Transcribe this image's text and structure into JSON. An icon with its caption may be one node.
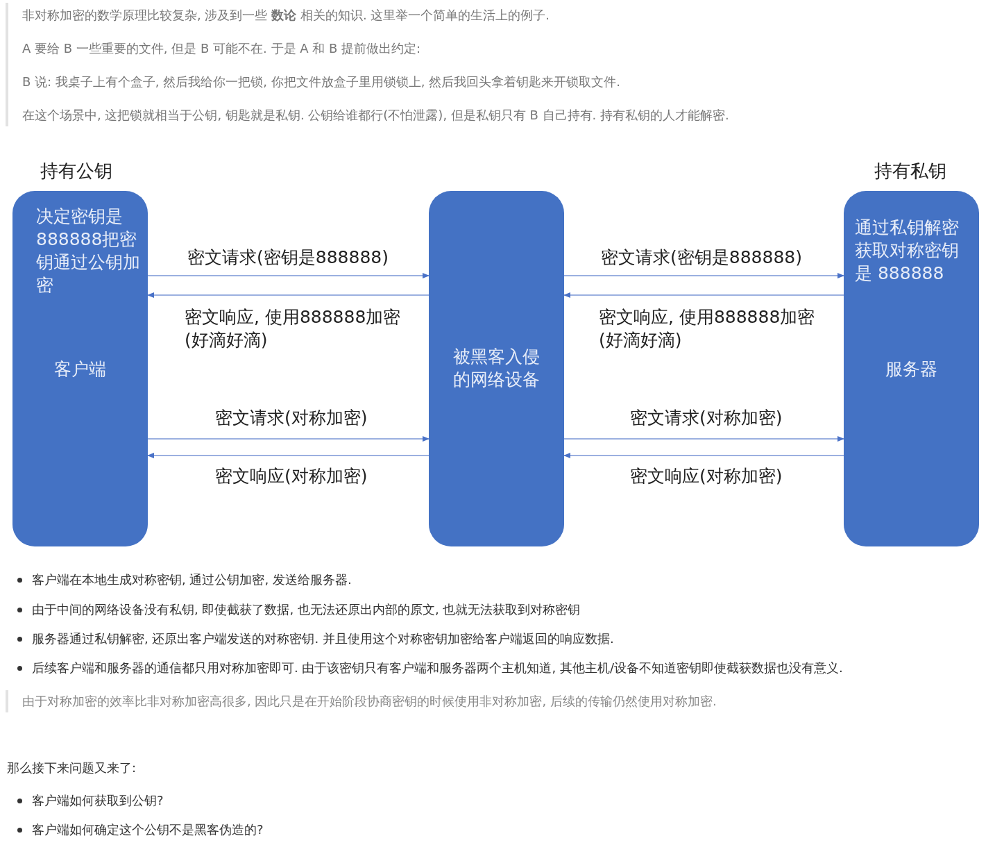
{
  "diagram": {
    "nodes": [
      {
        "text": [
          "持有公钥",
          "决定密钥是888888把密钥通过公钥加密",
          "客户端"
        ]
      },
      {
        "text": [
          "被黑客入侵的网络设备"
        ]
      },
      {
        "text": [
          "持有私钥",
          "通过私钥解密获取对称密钥是 888888",
          "服务器"
        ]
      }
    ],
    "edges": [
      {
        "from": 0,
        "to": 1,
        "arrow": "to",
        "label": "密文请求(密钥是888888)"
      },
      {
        "from": 1,
        "to": 0,
        "arrow": "to",
        "label": "密文响应, 使用888888加密 (好滴好滴)"
      },
      {
        "from": 0,
        "to": 1,
        "arrow": "to",
        "label": "密文请求(对称加密)"
      },
      {
        "from": 1,
        "to": 0,
        "arrow": "to",
        "label": "密文响应(对称加密)"
      },
      {
        "from": 1,
        "to": 2,
        "arrow": "to",
        "label": "密文请求(密钥是888888)"
      },
      {
        "from": 2,
        "to": 1,
        "arrow": "to",
        "label": "密文响应, 使用888888加密 (好滴好滴)"
      },
      {
        "from": 1,
        "to": 2,
        "arrow": "to",
        "label": "密文请求(对称加密)"
      },
      {
        "from": 2,
        "to": 1,
        "arrow": "to",
        "label": "密文响应(对称加密)"
      }
    ],
    "labels": [
      "非对称加密的数学原理比较复杂, 涉及到一些 **数论** 相关的知识. 这里举一个简单的生活上的例子.",
      "A 要给 B 一些重要的文件, 但是 B 可能不在. 于是 A 和 B 提前做出约定:",
      "B 说: 我桌子上有个盒子, 然后我给你一把锁, 你把文件放盒子里用锁锁上, 然后我回头拿着钥匙来开锁取文件.",
      "在这个场景中, 这把锁就相当于公钥, 钥匙就是私钥. 公钥给谁都行(不怕泄露), 但是私钥只有 B 自己持有. 持有私钥的人才能解密.",
      "客户端在本地生成对称密钥, 通过公钥加密, 发送给服务器.",
      "由于中间的网络设备没有私钥, 即使截获了数据, 也无法还原出内部的原文, 也就无法获取到对称密钥",
      "服务器通过私钥解密, 还原出客户端发送的对称密钥. 并且使用这个对称密钥加密给客户端返回的响应数据.",
      "后续客户端和服务器的通信都只用对称加密即可. 由于该密钥只有客户端和服务器两个主机知道, 其他主机/设备不知道密钥即使截获数据也没有意义.",
      "由于对称加密的效率比非对称加密高很多, 因此只是在开始阶段协商密钥的时候使用非对称加密, 后续的传输仍然使用对称加密.",
      "那么接下来问题又来了:",
      "客户端如何获取到公钥?",
      "客户端如何确定这个公钥不是黑客伪造的?"
    ]
  }
}
